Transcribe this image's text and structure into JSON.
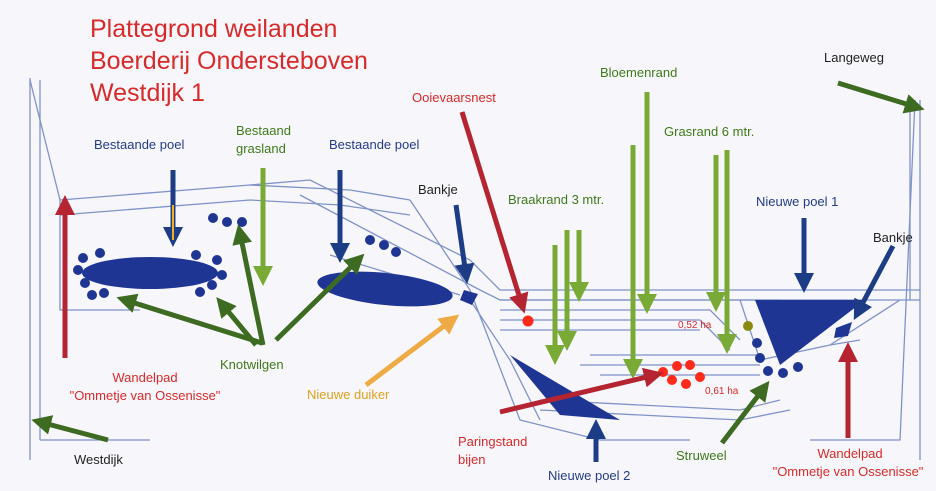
{
  "title": {
    "line1": "Plattegrond weilanden",
    "line2": "Boerderij Ondersteboven",
    "line3": "Westdijk 1"
  },
  "labels": {
    "bestaande_poel_left": "Bestaande poel",
    "bestaand_grasland_1": "Bestaand",
    "bestaand_grasland_2": "grasland",
    "bestaande_poel_mid": "Bestaande poel",
    "ooievaarsnest": "Ooievaarsnest",
    "bloemenrand": "Bloemenrand",
    "grasrand": "Grasrand 6 mtr.",
    "langeweg": "Langeweg",
    "bankje_left": "Bankje",
    "braakrand": "Braakrand 3 mtr.",
    "nieuwe_poel_1": "Nieuwe poel 1",
    "bankje_right": "Bankje",
    "area_052": "0,52 ha",
    "area_061": "0,61 ha",
    "knotwilgen": "Knotwilgen",
    "nieuwe_duiker": "Nieuwe duiker",
    "wandelpad_left_1": "Wandelpad",
    "wandelpad_left_2": "\"Ommetje van Ossenisse\"",
    "paringstand_1": "Paringstand",
    "paringstand_2": "bijen",
    "nieuwe_poel_2": "Nieuwe poel 2",
    "struweel": "Struweel",
    "wandelpad_right_1": "Wandelpad",
    "wandelpad_right_2": "\"Ommetje van Ossenisse\"",
    "westdijk": "Westdijk"
  },
  "colors": {
    "red_text": "#d82a2a",
    "blue_text": "#243b8a",
    "green_text": "#3f7a1a",
    "orange_text": "#e0a020",
    "dark_text": "#222222",
    "pond": "#1f3593",
    "road_line": "#7f93c8",
    "dark_green_arrow": "#3e6b22",
    "light_green_arrow": "#79aa35",
    "blue_arrow": "#1c3c85",
    "red_arrow": "#b52431",
    "orange_arrow": "#eeaa44",
    "orange_fill": "#f0b020",
    "hive": "#ff2a1a",
    "olive_dot": "#8a8a10"
  }
}
